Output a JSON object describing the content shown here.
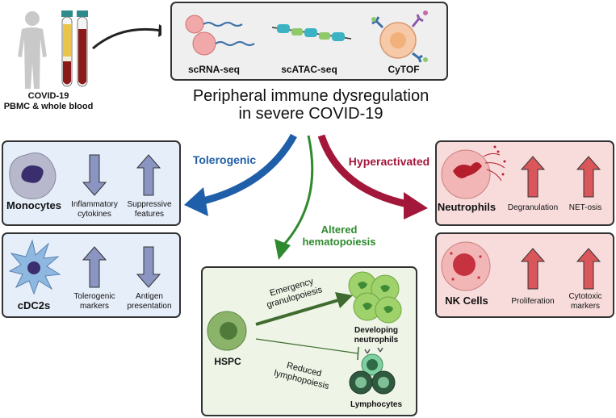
{
  "sample": {
    "line1": "COVID-19",
    "line2": "PBMC & whole blood"
  },
  "assays": [
    "scRNA-seq",
    "scATAC-seq",
    "CyTOF"
  ],
  "title": {
    "line1": "Peripheral immune dysregulation",
    "line2": "in severe COVID-19"
  },
  "branches": {
    "left": "Tolerogenic",
    "middle_line1": "Altered",
    "middle_line2": "hematopoiesis",
    "right": "Hyperactivated"
  },
  "monocytes": {
    "name": "Monocytes",
    "feature1": "Inflammatory cytokines",
    "feature1_line1": "Inflammatory",
    "feature1_line2": "cytokines",
    "feature1_direction": "down",
    "feature2_line1": "Suppressive",
    "feature2_line2": "features",
    "feature2_direction": "up"
  },
  "cdc2s": {
    "name": "cDC2s",
    "feature1_line1": "Tolerogenic",
    "feature1_line2": "markers",
    "feature1_direction": "up",
    "feature2_line1": "Antigen",
    "feature2_line2": "presentation",
    "feature2_direction": "down"
  },
  "neutrophils": {
    "name": "Neutrophils",
    "feature1": "Degranulation",
    "feature1_direction": "up",
    "feature2": "NET-osis",
    "feature2_direction": "up"
  },
  "nk_cells": {
    "name": "NK Cells",
    "feature1": "Proliferation",
    "feature1_direction": "up",
    "feature2_line1": "Cytotoxic",
    "feature2_line2": "markers",
    "feature2_direction": "up"
  },
  "hspc": {
    "name": "HSPC",
    "path1_line1": "Emergency",
    "path1_line2": "granulopoiesis",
    "target1_line1": "Developing",
    "target1_line2": "neutrophils",
    "path2_line1": "Reduced",
    "path2_line2": "lymphopoiesis",
    "target2": "Lymphocytes"
  },
  "colors": {
    "tolerogenic_blue": "#1f5ea8",
    "hyperactivated_red": "#a3173a",
    "hematopoiesis_green": "#2f8a2f",
    "blue_panel": "#e6eefa",
    "red_panel": "#f8dcdc",
    "green_panel": "#eef4e6",
    "assay_panel": "#efefef"
  }
}
